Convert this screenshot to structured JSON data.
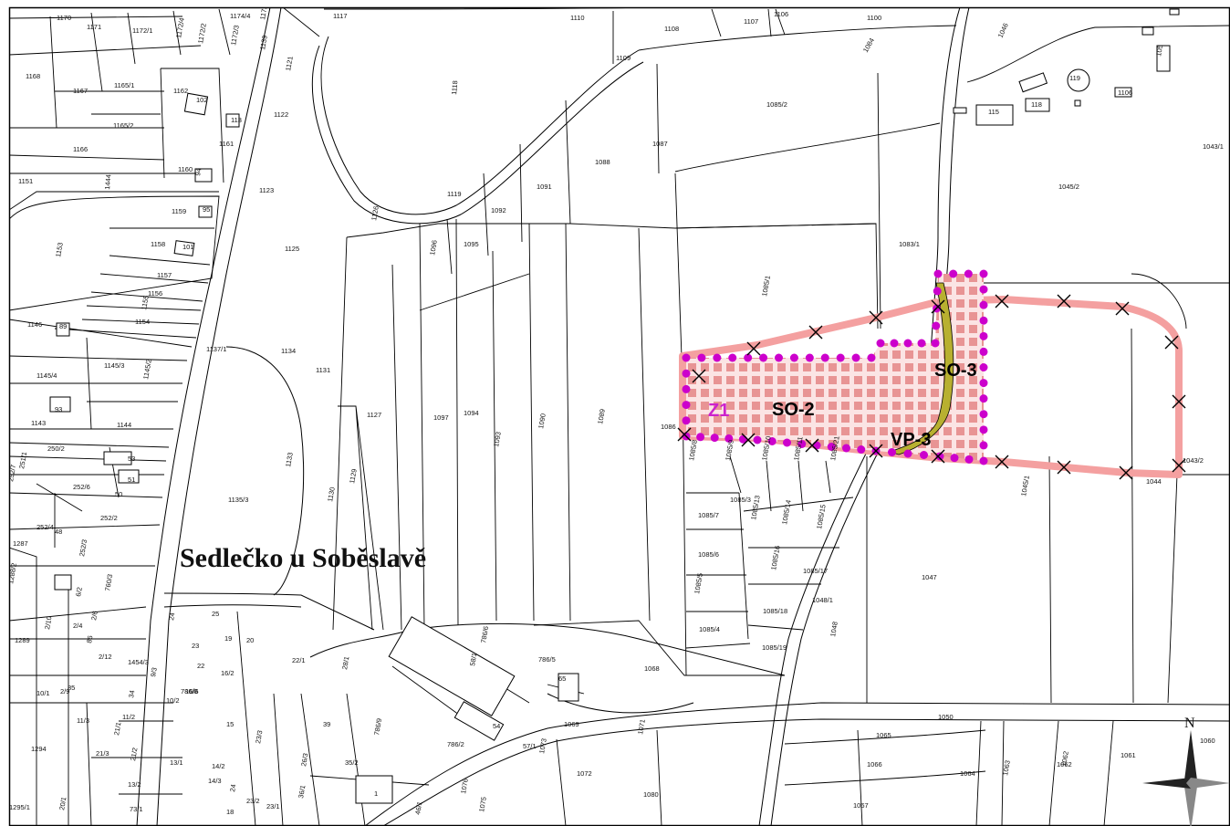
{
  "map": {
    "place_name": "Sedlečko u Soběslavě",
    "north_label": "N",
    "colors": {
      "boundary": "#f4a0a0",
      "hatch": "#e89494",
      "dots": "#cc00cc",
      "corridor": "#b8b030"
    },
    "zones": [
      {
        "id": "z1",
        "label": "Z1"
      },
      {
        "id": "so2",
        "label": "SO-2"
      },
      {
        "id": "so3",
        "label": "SO-3"
      },
      {
        "id": "vp3",
        "label": "VP-3"
      }
    ],
    "parcels": [
      "1170",
      "1171",
      "1172/1",
      "1172/4",
      "1172/2",
      "1172/3",
      "1174/4",
      "1173",
      "1117",
      "1110",
      "1108",
      "1107",
      "1106",
      "1100",
      "1046",
      "105",
      "1168",
      "1167",
      "1165/1",
      "1162",
      "102",
      "1139",
      "1121",
      "1109",
      "1084",
      "119",
      "1106",
      "1165/2",
      "113",
      "1161",
      "1122",
      "1118",
      "1085/2",
      "115",
      "118",
      "1166",
      "1160",
      "94",
      "1087",
      "1043/1",
      "1151",
      "1444",
      "1123",
      "1088",
      "1091",
      "1119",
      "1159",
      "95",
      "1092",
      "1126",
      "1045/2",
      "1158",
      "101",
      "1096",
      "1095",
      "1083/1",
      "1153",
      "1157",
      "1125",
      "1156",
      "1155",
      "1085/1",
      "1154",
      "1146",
      "89",
      "1137/1",
      "1134",
      "1145/3",
      "1145/4",
      "1145/2",
      "1131",
      "93",
      "1143",
      "1144",
      "1127",
      "1097",
      "1094",
      "1093",
      "1090",
      "1089",
      "1086",
      "250/2",
      "53",
      "251/1",
      "51",
      "252/7",
      "252/6",
      "50",
      "1085/8",
      "1085/9",
      "1085/10",
      "1085/11",
      "1085/21",
      "1045/1",
      "1044",
      "1043/2",
      "1133",
      "1130",
      "1129",
      "1135/3",
      "252/2",
      "1085/3",
      "252/4",
      "48",
      "1085/7",
      "1085/13",
      "1085/14",
      "1085/15",
      "1287",
      "252/3",
      "1085/6",
      "1288/2",
      "6/2",
      "1085/16",
      "1085/17",
      "1047",
      "760/3",
      "1085/5",
      "1048/1",
      "2/10",
      "2/4",
      "2/6",
      "25",
      "1085/18",
      "1289",
      "24",
      "20",
      "86",
      "1085/4",
      "1048",
      "2/12",
      "1454/3",
      "23",
      "9/3",
      "19",
      "22",
      "22/1",
      "28/1",
      "786/6",
      "58/1",
      "786/5",
      "65",
      "1085/19",
      "1068",
      "2/9",
      "16/2",
      "10/1",
      "85",
      "34",
      "10/2",
      "786/8",
      "16/6",
      "1050",
      "11/3",
      "11/2",
      "15",
      "39",
      "786/9",
      "54",
      "1069",
      "1071",
      "1065",
      "1060",
      "21/1",
      "23/3",
      "786/2",
      "57/1",
      "1073",
      "1294",
      "21/3",
      "21/2",
      "26/3",
      "1066",
      "1064",
      "1063",
      "1062",
      "1061",
      "14/2",
      "35/2",
      "1072",
      "13/2",
      "13/1",
      "14/3",
      "1076",
      "1080",
      "1067",
      "20/1",
      "73/1",
      "24",
      "23/2",
      "23/1",
      "36/1",
      "1",
      "1075",
      "18",
      "1295/1",
      "46/1",
      "1062"
    ]
  }
}
